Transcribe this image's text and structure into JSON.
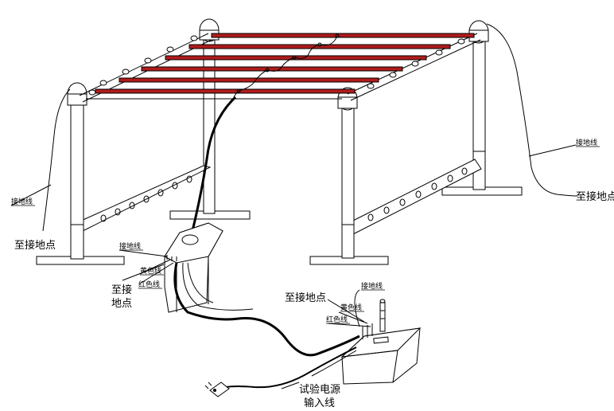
{
  "labels": {
    "ground_wire_right": "接地线",
    "to_ground_right": "至接地点",
    "ground_wire_left": "接地线",
    "to_ground_left": "至接地点",
    "ground_wire_console": "接地线",
    "yellow_console": "黄色线",
    "to_ground_console_1": "至接",
    "to_ground_console_2": "地点",
    "red_console": "红色线",
    "ground_wire_box": "接地线",
    "to_ground_box": "至接地点",
    "yellow_box": "黄色线",
    "red_box": "红色线",
    "power_line_1": "试验电源",
    "power_line_2": "输入线"
  },
  "colors": {
    "bar_red": "#b01c1c",
    "line": "#000000"
  },
  "bar_count": 6
}
